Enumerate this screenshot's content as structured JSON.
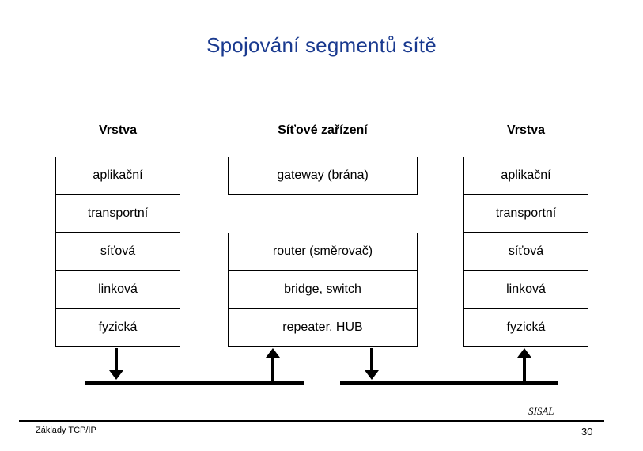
{
  "slide": {
    "title": "Spojování segmentů sítě",
    "page_number": "30",
    "footer_left": "Základy TCP/IP",
    "footer_right": "SISAL"
  },
  "table": {
    "headers": {
      "left": "Vrstva",
      "middle": "Síťové zařízení",
      "right": "Vrstva"
    },
    "left_column": [
      "aplikační",
      "transportní",
      "síťová",
      "linková",
      "fyzická"
    ],
    "middle_column": [
      "gateway (brána)",
      "router (směrovač)",
      "bridge, switch",
      "repeater, HUB"
    ],
    "right_column": [
      "aplikační",
      "transportní",
      "síťová",
      "linková",
      "fyzická"
    ]
  },
  "colors": {
    "title": "#1a3a8f",
    "line": "#000000",
    "background": "#ffffff"
  }
}
